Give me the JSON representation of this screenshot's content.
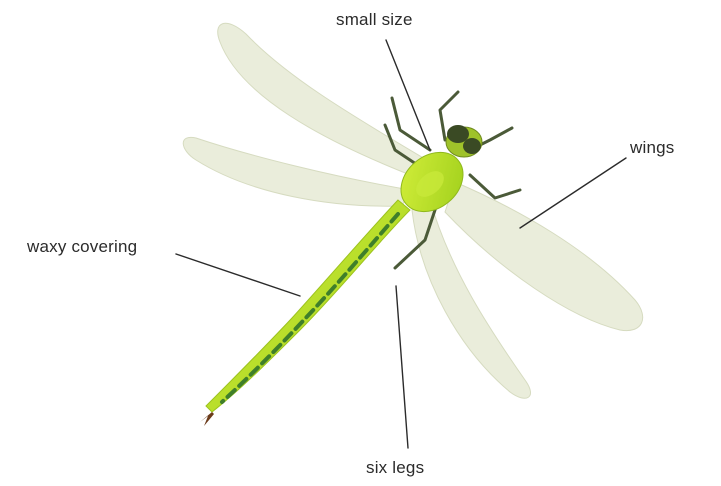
{
  "labels": {
    "small_size": "small size",
    "wings": "wings",
    "waxy_covering": "waxy covering",
    "six_legs": "six legs"
  },
  "colors": {
    "background": "#ffffff",
    "wing_fill": "#e7ead6",
    "body_green": "#b6df1f",
    "body_dark": "#3f7f2a",
    "leg_color": "#4b5a38",
    "line_color": "#2b2b2b"
  }
}
